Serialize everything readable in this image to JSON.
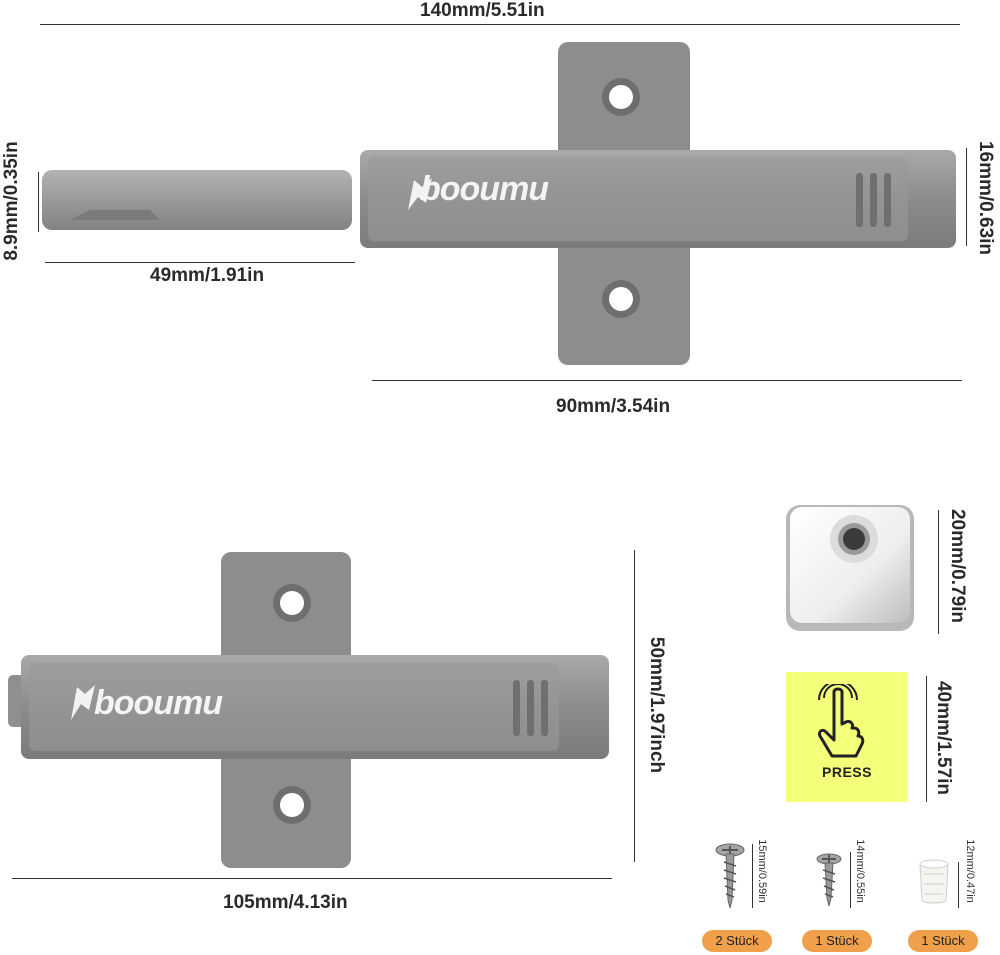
{
  "brand": {
    "name": "booumu"
  },
  "dimensions": {
    "total_length": "140mm/5.51in",
    "shaft_diameter": "8.9mm/0.35in",
    "shaft_length": "49mm/1.91in",
    "body_height": "16mm/0.63in",
    "body_length": "90mm/3.54in",
    "flange_height": "50mm/1.97inch",
    "front_length": "105mm/4.13in",
    "magnet_plate_size": "20mm/0.79in",
    "sticker_size": "40mm/1.57in"
  },
  "sticker": {
    "label": "PRESS",
    "icon": "finger-press-icon",
    "color": "#f4ff7a"
  },
  "accessories": [
    {
      "item": "screw-large-icon",
      "size": "15mm/0.59in",
      "quantity": "2 Stück"
    },
    {
      "item": "screw-small-icon",
      "size": "14mm/0.55in",
      "quantity": "1 Stück"
    },
    {
      "item": "plastic-dowel-icon",
      "size": "12mm/0.47in",
      "quantity": "1 Stück"
    }
  ],
  "colors": {
    "part_gray": "#8f8f8f",
    "badge_orange": "#f0a04b"
  }
}
